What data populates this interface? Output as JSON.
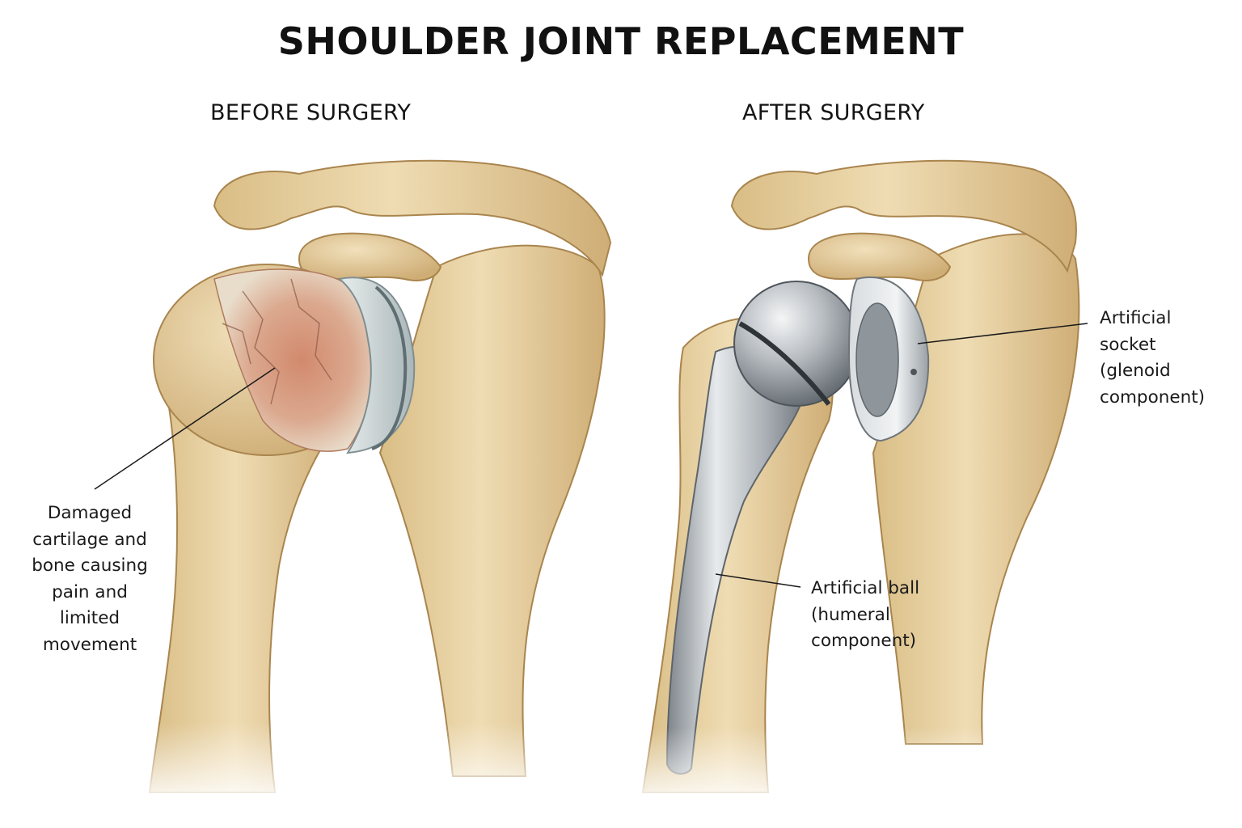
{
  "title": "SHOULDER JOINT REPLACEMENT",
  "panels": {
    "before": {
      "title": "BEFORE SURGERY",
      "label_lines": [
        "Damaged",
        "cartilage and",
        "bone causing",
        "pain and",
        "limited",
        "movement"
      ]
    },
    "after": {
      "title": "AFTER SURGERY",
      "socket_lines": [
        "Artificial",
        "socket",
        "(glenoid",
        "component)"
      ],
      "ball_lines": [
        "Artificial ball",
        "(humeral",
        "component)"
      ]
    }
  },
  "colors": {
    "bone": "#e6cf9f",
    "bone_shadow": "#c9a870",
    "bone_outline": "#a9854e",
    "cartilage_damage": "#c98a70",
    "cartilage": "#dde3e3",
    "metal": "#b9bec3",
    "metal_dark": "#6f767c",
    "leader_line": "#1a1a1a"
  }
}
